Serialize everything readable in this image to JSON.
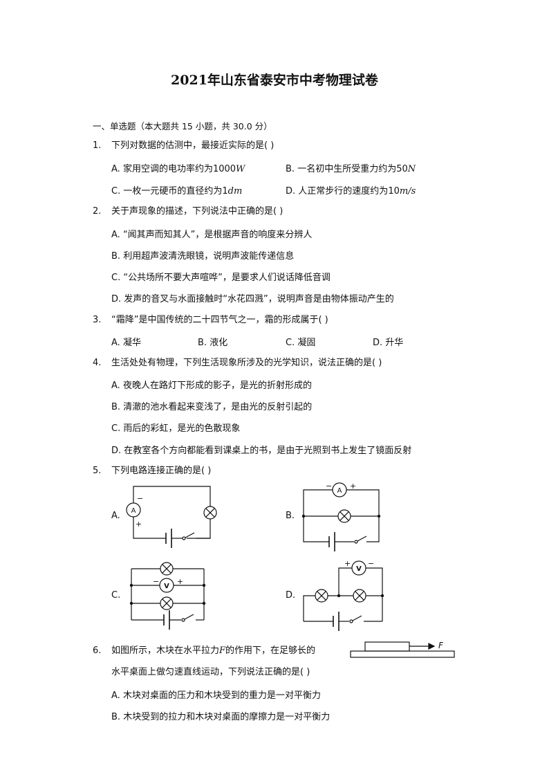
{
  "document": {
    "title": "2021年山东省泰安市中考物理试卷",
    "section": {
      "heading": "一、单选题（本大题共 15 小题，共 30.0 分）"
    },
    "questions": [
      {
        "number": "1.",
        "stem": "下列对数据的估测中，最接近实际的是(    )",
        "options": [
          {
            "label": "A.",
            "text": "家用空调的电功率约为",
            "value": "1000",
            "unit": "W"
          },
          {
            "label": "B.",
            "text": "一名初中生所受重力约为",
            "value": "50",
            "unit": "N"
          },
          {
            "label": "C.",
            "text": "一枚一元硬币的直径约为",
            "value": "1",
            "unit": "dm"
          },
          {
            "label": "D.",
            "text": "人正常步行的速度约为",
            "value": "10",
            "unit": "m/s"
          }
        ]
      },
      {
        "number": "2.",
        "stem": "关于声现象的描述，下列说法中正确的是(    )",
        "options": [
          {
            "label": "A.",
            "text": "“闻其声而知其人”，是根据声音的响度来分辨人"
          },
          {
            "label": "B.",
            "text": "利用超声波清洗眼镜，说明声波能传递信息"
          },
          {
            "label": "C.",
            "text": "“公共场所不要大声喧哗”，是要求人们说话降低音调"
          },
          {
            "label": "D.",
            "text": "发声的音叉与水面接触时“水花四溅”，说明声音是由物体振动产生的"
          }
        ]
      },
      {
        "number": "3.",
        "stem": "“霜降”是中国传统的二十四节气之一，霜的形成属于(    )",
        "options": [
          {
            "label": "A.",
            "text": "凝华"
          },
          {
            "label": "B.",
            "text": "液化"
          },
          {
            "label": "C.",
            "text": "凝固"
          },
          {
            "label": "D.",
            "text": "升华"
          }
        ]
      },
      {
        "number": "4.",
        "stem": "生活处处有物理，下列生活现象所涉及的光学知识，说法正确的是(    )",
        "options": [
          {
            "label": "A.",
            "text": "夜晚人在路灯下形成的影子，是光的折射形成的"
          },
          {
            "label": "B.",
            "text": "清澈的池水看起来变浅了，是由光的反射引起的"
          },
          {
            "label": "C.",
            "text": "雨后的彩虹，是光的色散现象"
          },
          {
            "label": "D.",
            "text": "在教室各个方向都能看到课桌上的书，是由于光照到书上发生了镜面反射"
          }
        ]
      },
      {
        "number": "5.",
        "stem": "下列电路连接正确的是(    )",
        "options": [
          {
            "label": "A.",
            "meter": "A",
            "minus": "−",
            "plus": "+"
          },
          {
            "label": "B.",
            "meter": "A",
            "minus": "−",
            "plus": "+"
          },
          {
            "label": "C.",
            "meter": "V",
            "minus": "−",
            "plus": "+"
          },
          {
            "label": "D.",
            "meter": "V",
            "minus": "−",
            "plus": "+"
          }
        ]
      },
      {
        "number": "6.",
        "stem_line1_a": "如图所示，木块在水平拉力",
        "stem_var": "F",
        "stem_line1_b": "的作用下，在足够长的",
        "stem_line2": "水平桌面上做匀速直线运动，下列说法正确的是(    )",
        "figure_force_label": "F",
        "options": [
          {
            "label": "A.",
            "text": "木块对桌面的压力和木块受到的重力是一对平衡力"
          },
          {
            "label": "B.",
            "text": "木块受到的拉力和木块对桌面的摩擦力是一对平衡力"
          }
        ]
      }
    ]
  }
}
